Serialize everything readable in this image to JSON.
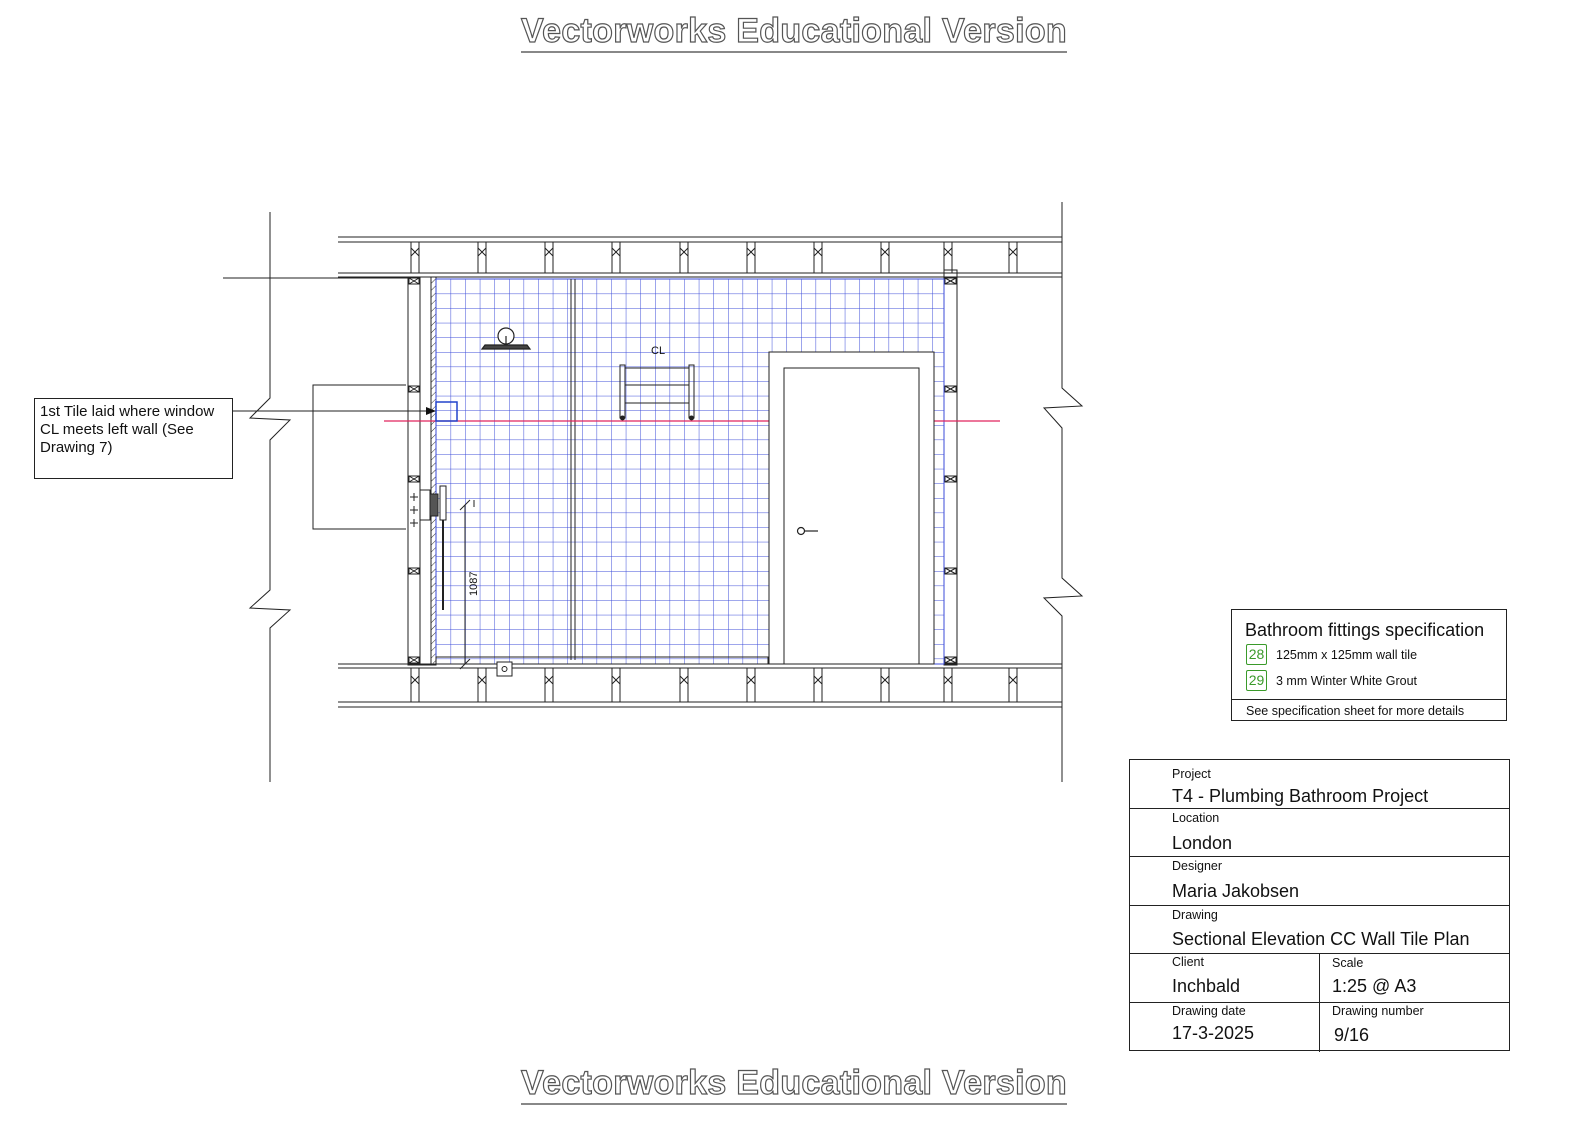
{
  "watermark": {
    "text": "Vectorworks Educational Version"
  },
  "drawing": {
    "cl_label": "CL",
    "dimension_label": "1087"
  },
  "callout": {
    "text": "1st Tile laid where window CL meets left wall (See Drawing 7)"
  },
  "specification": {
    "title": "Bathroom fittings specification",
    "items": [
      {
        "tag": "28",
        "text": "125mm x 125mm wall tile"
      },
      {
        "tag": "29",
        "text": "3 mm Winter White Grout"
      }
    ],
    "footer": "See specification sheet for more details"
  },
  "title_block": {
    "project_label": "Project",
    "project": "T4 - Plumbing Bathroom Project",
    "location_label": "Location",
    "location": "London",
    "designer_label": "Designer",
    "designer": "Maria Jakobsen",
    "drawing_label": "Drawing",
    "drawing": "Sectional Elevation CC Wall Tile Plan",
    "client_label": "Client",
    "client": "Inchbald",
    "scale_label": "Scale",
    "scale": "1:25 @ A3",
    "date_label": "Drawing date",
    "date": "17-3-2025",
    "number_label": "Drawing number",
    "number": "9/16"
  },
  "colors": {
    "tile_grid": "#3b4bd8",
    "centerline": "#e0245e",
    "spec_tag": "#3a9a2a",
    "line": "#222222"
  }
}
